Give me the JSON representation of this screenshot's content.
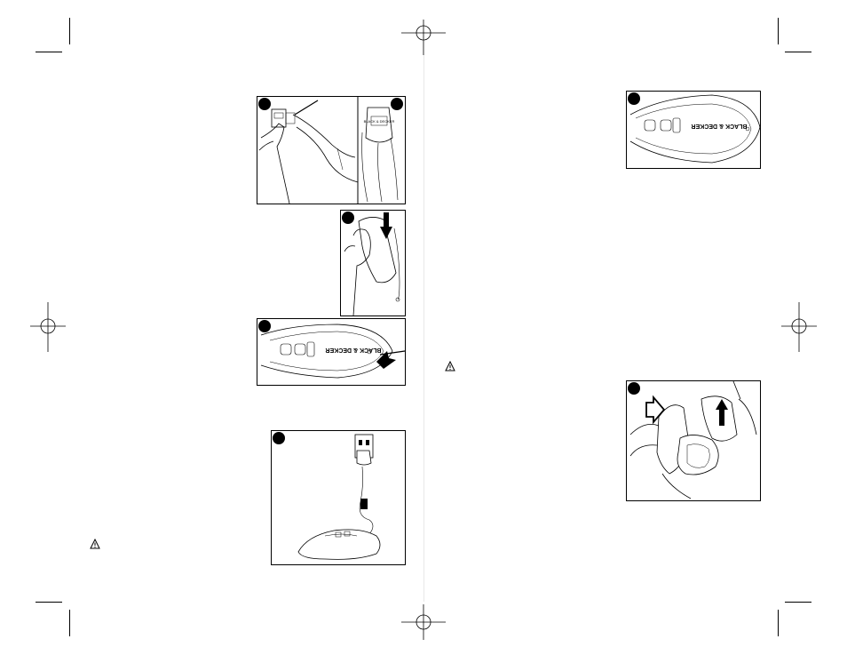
{
  "figures": {
    "wall_mount": {
      "brand": "BLACK & DECKER"
    },
    "charge_stand": {},
    "vac_top_left": {
      "brand": "BLACK & DECKER"
    },
    "charger_cord": {},
    "vac_top_right": {
      "brand": "BLACK & DECKER"
    },
    "bowl_removal": {}
  },
  "icons": [
    "warning-triangle-icon",
    "registration-mark-icon",
    "crop-mark-icon"
  ]
}
